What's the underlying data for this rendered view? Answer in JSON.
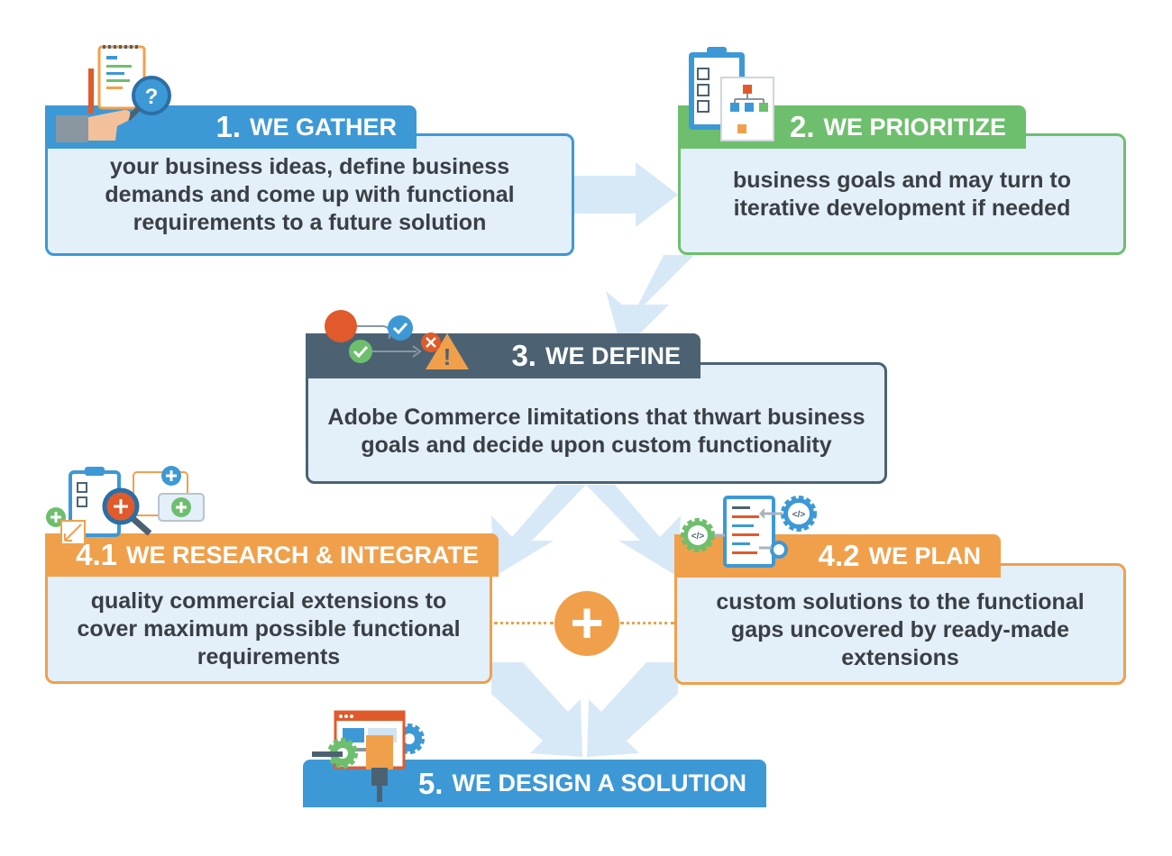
{
  "colors": {
    "blue": "#3d98d6",
    "green": "#6dbf6d",
    "slate": "#4c6273",
    "orange": "#f0a04b",
    "card_fill": "#e3eff9",
    "arrow": "#d7e9f7",
    "text": "#3a3f45"
  },
  "steps": [
    {
      "id": "1",
      "number": "1.",
      "title": "WE GATHER",
      "color": "#3d98d6",
      "description": "your business ideas, define business demands and come up with functional requirements to a future solution",
      "icon": "clipboard-question-icon"
    },
    {
      "id": "2",
      "number": "2.",
      "title": "WE PRIORITIZE",
      "color": "#6dbf6d",
      "description": "business goals and may turn to iterative development if needed",
      "icon": "checklist-flowchart-icon"
    },
    {
      "id": "3",
      "number": "3.",
      "title": "WE DEFINE",
      "color": "#4c6273",
      "description": "Adobe Commerce limitations that thwart business goals and decide upon custom functionality",
      "icon": "decision-flow-icon"
    },
    {
      "id": "4.1",
      "number": "4.1",
      "title": "WE RESEARCH & INTEGRATE",
      "color": "#f0a04b",
      "description": "quality commercial extensions to cover maximum possible functional requirements",
      "icon": "research-extensions-icon"
    },
    {
      "id": "4.2",
      "number": "4.2",
      "title": "WE PLAN",
      "color": "#f0a04b",
      "description": "custom solutions to the functional gaps uncovered by ready-made extensions",
      "icon": "code-plan-icon"
    },
    {
      "id": "5",
      "number": "5.",
      "title": "WE DESIGN A SOLUTION",
      "color": "#3d98d6",
      "icon": "design-brush-icon"
    }
  ],
  "connector": {
    "symbol": "+"
  }
}
